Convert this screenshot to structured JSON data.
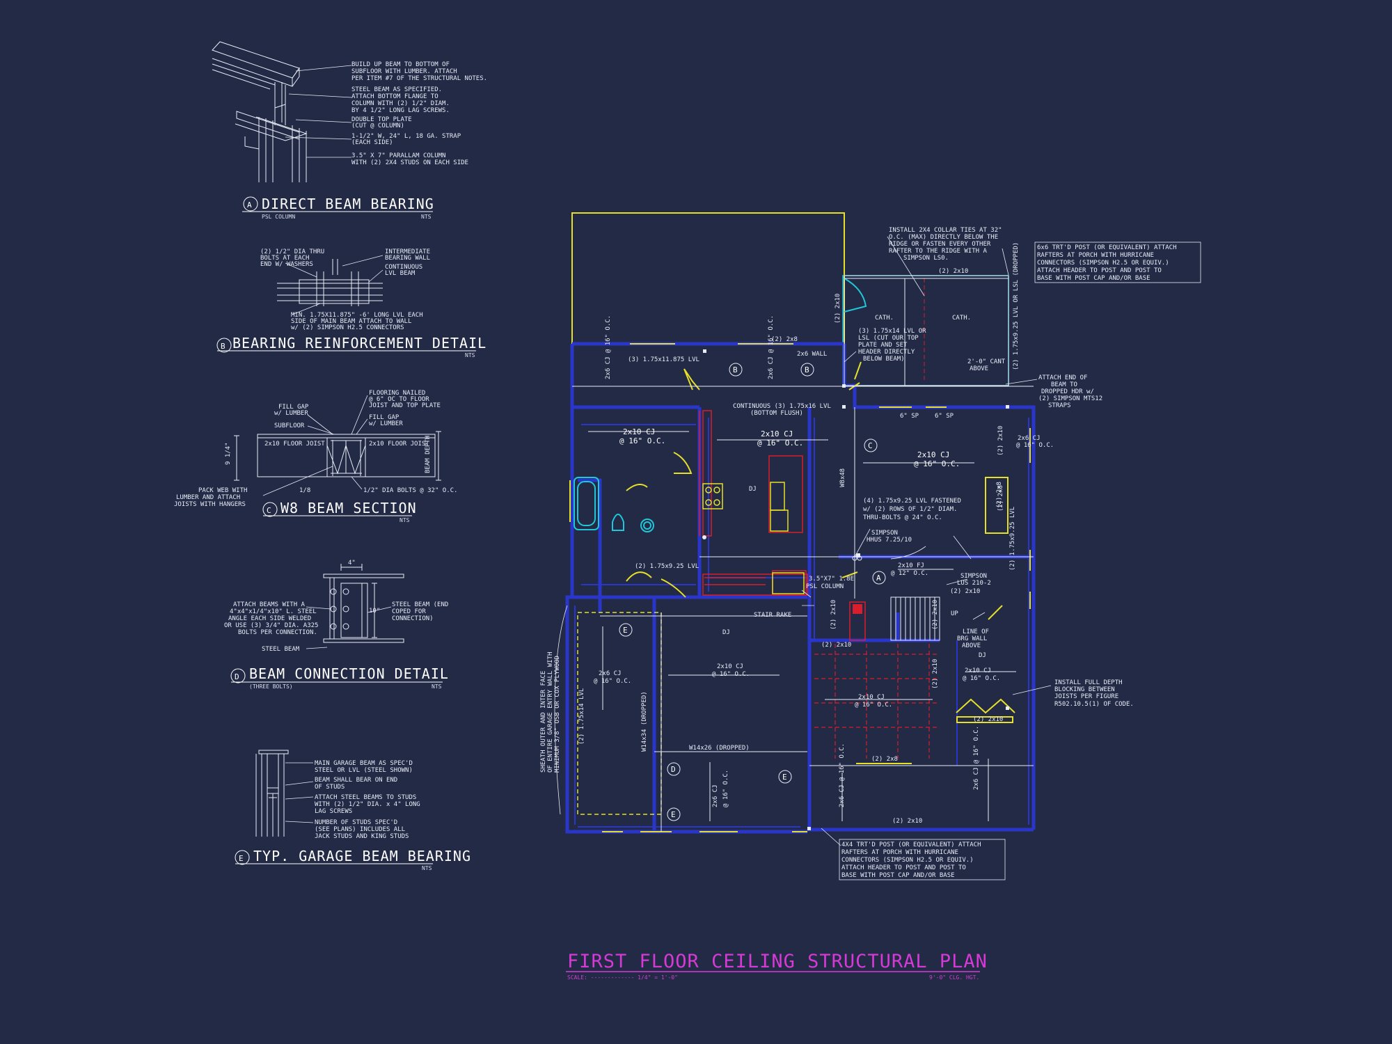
{
  "details": {
    "a": {
      "letter": "A",
      "title": "DIRECT BEAM BEARING",
      "sub": "PSL COLUMN",
      "nts": "NTS",
      "notes": [
        "BUILD UP BEAM TO BOTTOM OF",
        "SUBFLOOR WITH LUMBER. ATTACH",
        "PER ITEM #7 OF THE STRUCTURAL NOTES.",
        "STEEL BEAM AS SPECIFIED.",
        "ATTACH BOTTOM FLANGE TO",
        "COLUMN WITH (2) 1/2\" DIAM.",
        "BY 4 1/2\" LONG LAG SCREWS.",
        "DOUBLE TOP PLATE",
        "(CUT @ COLUMN)",
        "1-1/2\" W, 24\" L, 18 GA. STRAP",
        "(EACH SIDE)",
        "3.5\" X 7\" PARALLAM COLUMN",
        "WITH (2) 2X4 STUDS ON EACH SIDE"
      ]
    },
    "b": {
      "letter": "B",
      "title": "BEARING REINFORCEMENT DETAIL",
      "nts": "NTS",
      "notes": [
        "(2) 1/2\" DIA THRU",
        "BOLTS AT EACH",
        "END W/ WASHERS",
        "INTERMEDIATE",
        "BEARING WALL",
        "CONTINUOUS",
        "LVL BEAM",
        "MIN. 1.75X11.875\" -6' LONG LVL EACH",
        "SIDE OF MAIN BEAM ATTACH TO WALL",
        "w/ (2) SIMPSON H2.5 CONNECTORS"
      ]
    },
    "c": {
      "letter": "C",
      "title": "W8 BEAM SECTION",
      "nts": "NTS",
      "notes": [
        "FILL GAP",
        "w/ LUMBER",
        "SUBFLOOR",
        "FLOORING NAILED",
        "@ 6\" OC TO FLOOR",
        "JOIST AND TOP PLATE",
        "FILL GAP",
        "w/ LUMBER",
        "2x10 FLOOR JOIST",
        "2x10 FLOOR JOIST",
        "9 1/4\"",
        "BEAM DEPTH",
        "PACK WEB WITH",
        "LUMBER AND ATTACH",
        "JOISTS WITH HANGERS",
        "1/8",
        "1/2\" DIA BOLTS @ 32\" O.C."
      ]
    },
    "d": {
      "letter": "D",
      "title": "BEAM CONNECTION DETAIL",
      "sub": "(THREE BOLTS)",
      "nts": "NTS",
      "notes": [
        "4\"",
        "ATTACH BEAMS WITH A",
        "4\"x4\"x1/4\"x10\" L. STEEL",
        "ANGLE EACH SIDE WELDED",
        "OR USE (3) 3/4\" DIA. A325",
        "BOLTS PER CONNECTION.",
        "STEEL BEAM (END",
        "COPED FOR",
        "CONNECTION)",
        "10\"",
        "STEEL BEAM"
      ]
    },
    "e": {
      "letter": "E",
      "title": "TYP. GARAGE BEAM BEARING",
      "nts": "NTS",
      "notes": [
        "MAIN GARAGE BEAM AS SPEC'D",
        "STEEL OR LVL (STEEL SHOWN)",
        "BEAM SHALL BEAR ON END",
        "OF STUDS",
        "ATTACH STEEL BEAMS TO STUDS",
        "WITH (2) 1/2\" DIA. x 4\" LONG",
        "LAG SCREWS",
        "NUMBER OF STUDS SPEC'D",
        "(SEE PLANS) INCLUDES ALL",
        "JACK STUDS AND KING STUDS"
      ]
    }
  },
  "plan": {
    "callouts": {
      "collar": [
        "INSTALL 2X4 COLLAR TIES AT 32\"",
        "O.C. (MAX) DIRECTLY BELOW THE",
        "RIDGE OR FASTEN EVERY OTHER",
        "RAFTER TO THE RIDGE WITH A",
        "SIMPSON LS0."
      ],
      "post6": [
        "6x6 TRT'D POST (OR EQUIVALENT) ATTACH",
        "RAFTERS AT PORCH WITH HURRICANE",
        "CONNECTORS (SIMPSON H2.5 OR EQUIV.)",
        "ATTACH HEADER TO POST AND POST TO",
        "BASE WITH POST CAP AND/OR BASE"
      ],
      "drop": [
        "ATTACH END OF",
        "BEAM TO",
        "DROPPED HDR w/",
        "(2) SIMPSON MTS12",
        "STRAPS"
      ],
      "lvl3": [
        "(3) 1.75x14 LVL OR",
        "LSL (CUT OUR TOP",
        "PLATE AND SET",
        "HEADER DIRECTLY",
        "BELOW BEAM)"
      ],
      "lvl4": [
        "(4) 1.75x9.25 LVL FASTENED",
        "w/ (2) ROWS OF 1/2\" DIAM.",
        "THRU-BOLTS @ 24\" O.C."
      ],
      "hhus": [
        "SIMPSON",
        "HHUS 7.25/10"
      ],
      "lus": [
        "SIMPSON",
        "LUS 210-2",
        "(2) 2x10"
      ],
      "brg": [
        "LINE OF",
        "BRG WALL",
        "ABOVE"
      ],
      "block": [
        "INSTALL FULL DEPTH",
        "BLOCKING BETWEEN",
        "JOISTS PER FIGURE",
        "R502.10.5(1) OF CODE."
      ],
      "sheath": [
        "SHEATH OUTER AND INTER FACE",
        "OF ENTIRE GARAGE ENTRY WALL WITH",
        "MINIMUM 3/8\" OSB OR COX PLYWOOD"
      ],
      "post4": [
        "4X4 TRT'D POST (OR EQUIVALENT) ATTACH",
        "RAFTERS AT PORCH WITH HURRICANE",
        "CONNECTORS (SIMPSON H2.5 OR EQUIV.)",
        "ATTACH HEADER TO POST AND POST TO",
        "BASE WITH POST CAP AND/OR BASE"
      ],
      "psl": [
        "3.5\"X7\" 1.8E",
        "PSL COLUMN"
      ],
      "cont": [
        "CONTINUOUS (3) 1.75x16 LVL",
        "(BOTTOM FLUSH)"
      ],
      "cant": [
        "2'-0\" CANT",
        "ABOVE"
      ]
    },
    "labels": {
      "two2x10_top": "(2) 2x10",
      "two2x10_v": "(2) 2x10",
      "cath1": "CATH.",
      "cath2": "CATH.",
      "lvl_v": "(2) 1.75x9.25 LVL OR LSL (DROPPED)",
      "two2x8": "(2) 2x8",
      "lvl_tl": "(3) 1.75x11.875 LVL",
      "cj_v1": "2x6 CJ @ 16\" O.C.",
      "cj_v2": "2x6 CJ @ 16\" O.C.",
      "wall": "2x6 WALL",
      "sp1": "6\" SP",
      "sp2": "6\" SP",
      "cj1": [
        "2x10 CJ",
        "@ 16\" O.C."
      ],
      "cj2": [
        "2x10 CJ",
        "@ 16\" O.C."
      ],
      "cj3": [
        "2x10 CJ",
        "@ 16\" O.C."
      ],
      "two2x10_r": "(2) 2x10",
      "cj_r": [
        "2x6 CJ",
        "@ 16\" O.C."
      ],
      "two2x8_r": "(2) 2x8",
      "lvl_r": "(2) 1.75x9.25 LVL",
      "dj": "DJ",
      "w8": "W8x48",
      "lvl_mid": "(2) 1.75x9.25 LVL",
      "fj": [
        "2x10 FJ",
        "@ 12\" O.C."
      ],
      "stair": "STAIR RAKE",
      "up": "UP",
      "dj2": "DJ",
      "dj3": "DJ",
      "gcj": [
        "2x6 CJ",
        "@ 16\" O.C."
      ],
      "glvl": "(2) 1.75x14 LVL",
      "w14_34": "W14x34 (DROPPED)",
      "w14_26": "W14x26 (DROPPED)",
      "gcj2": [
        "2x10 CJ",
        "@ 16\" O.C."
      ],
      "gcj3": [
        "2x6 CJ",
        "@ 16\" O.C."
      ],
      "stcj": [
        "2x10 CJ",
        "@ 16\" O.C."
      ],
      "two2x10_p": "(2) 2x10",
      "two2x10_bay": "(2) 2x10",
      "two2x8_b": "(2) 2x8",
      "cj_b1": "2x6 CJ @ 16\" O.C.",
      "cj_b2": "2x6 CJ @ 16\" O.C.",
      "cj_b3": [
        "2x10 CJ",
        "@ 16\" O.C."
      ],
      "two2x10_bot": "(2) 2x10",
      "two2x8_v": "(2) 2x8",
      "two2x10_v2": "(2) 2x10",
      "two2x10_v3": "(2) 2x10",
      "two2x10_v4": "(2) 2x10"
    },
    "bubbles": [
      "B",
      "B",
      "C",
      "A",
      "E",
      "D",
      "E",
      "E"
    ]
  },
  "title": {
    "main": "FIRST FLOOR CEILING STRUCTURAL PLAN",
    "scale": "SCALE: ------------- 1/4\" = 1'-0\"",
    "hgt": "9'-0\" CLG. HGT."
  },
  "colors": {
    "background": "#232a45",
    "walls": "#2a35c9",
    "lines": "#ffffff",
    "yellow": "#e6e02a",
    "red": "#d81e2c",
    "cyan": "#21c7d8",
    "title": "#d63ad6"
  }
}
